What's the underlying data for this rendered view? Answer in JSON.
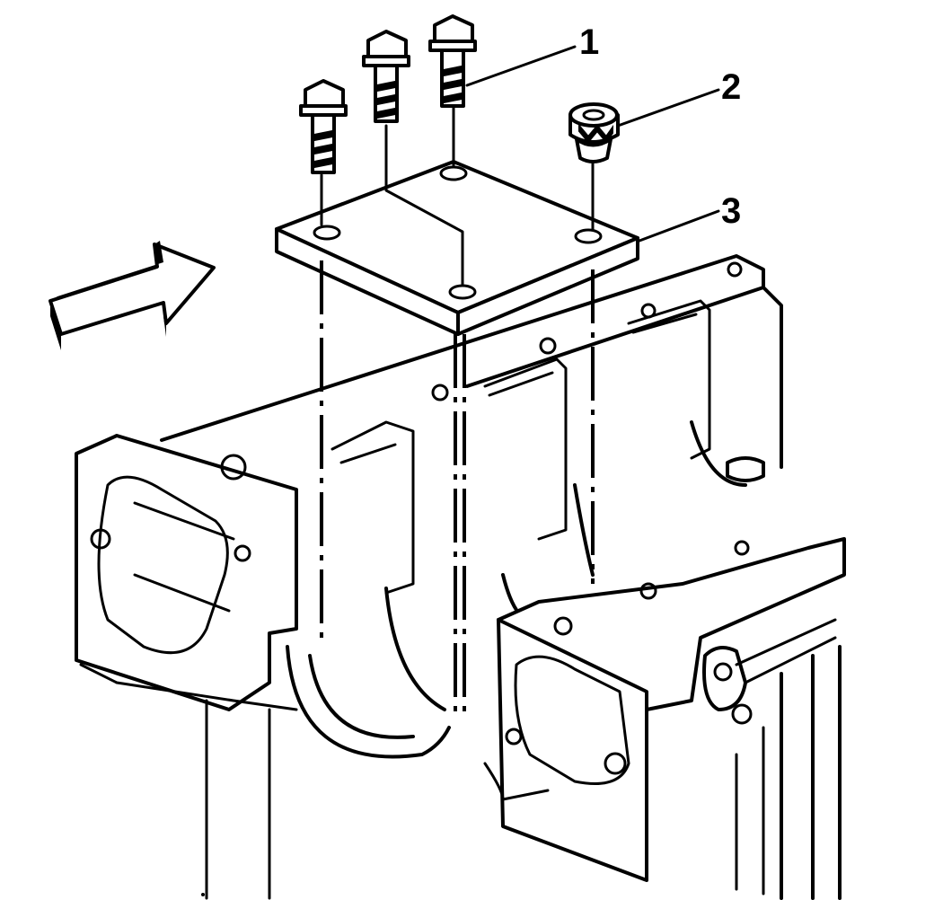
{
  "callouts": [
    {
      "id": "1",
      "label": "1"
    },
    {
      "id": "2",
      "label": "2"
    },
    {
      "id": "3",
      "label": "3"
    }
  ],
  "icons": [
    "direction-arrow-icon"
  ],
  "colors": {
    "line": "#000000",
    "background": "#ffffff"
  }
}
